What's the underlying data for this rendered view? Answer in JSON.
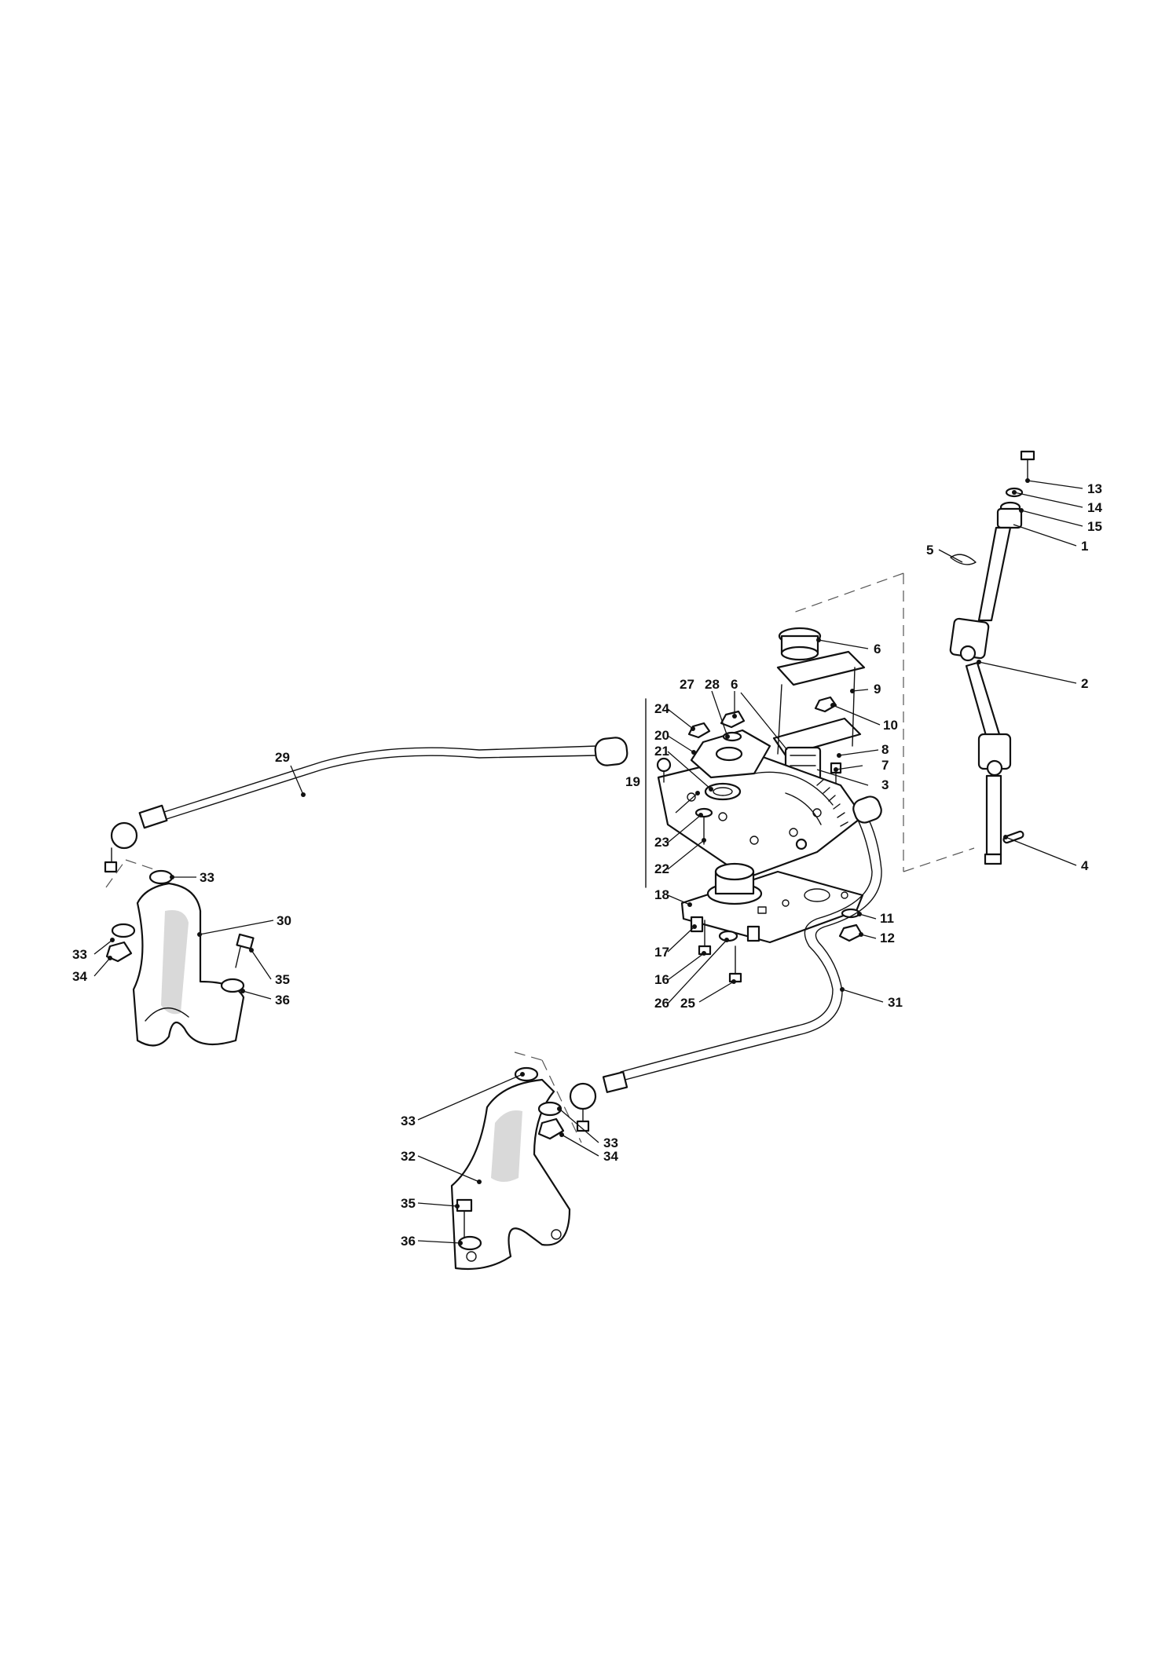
{
  "callouts": [
    "13",
    "14",
    "15",
    "1",
    "5",
    "6",
    "2",
    "9",
    "10",
    "27",
    "28",
    "6",
    "24",
    "20",
    "21",
    "19",
    "8",
    "7",
    "3",
    "23",
    "22",
    "18",
    "4",
    "11",
    "12",
    "17",
    "16",
    "26",
    "25",
    "31",
    "29",
    "33",
    "30",
    "33",
    "34",
    "35",
    "36",
    "33",
    "33",
    "34",
    "32",
    "35",
    "36"
  ]
}
